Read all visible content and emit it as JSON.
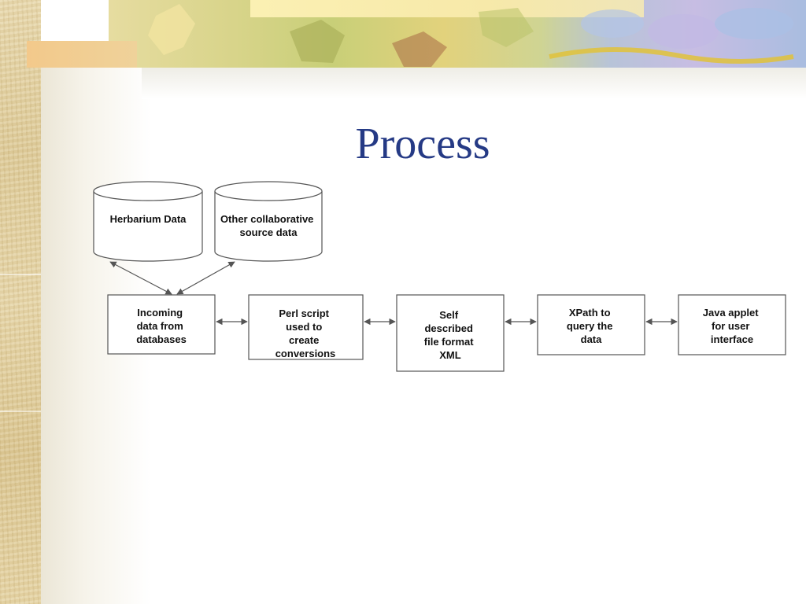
{
  "slide": {
    "title": "Process"
  },
  "diagram": {
    "sources": [
      {
        "id": "herbarium",
        "lines": [
          "Herbarium Data"
        ]
      },
      {
        "id": "collab",
        "lines": [
          "Other collaborative",
          "source data"
        ]
      }
    ],
    "steps": [
      {
        "id": "incoming",
        "lines": [
          "Incoming",
          "data from",
          "databases"
        ]
      },
      {
        "id": "perl",
        "lines": [
          "Perl script",
          "used to",
          "create",
          "conversions"
        ]
      },
      {
        "id": "xml",
        "lines": [
          "Self",
          "described",
          "file format",
          "XML"
        ]
      },
      {
        "id": "xpath",
        "lines": [
          "XPath to",
          "query the",
          "data"
        ]
      },
      {
        "id": "java",
        "lines": [
          "Java applet",
          "for user",
          "interface"
        ]
      }
    ]
  },
  "colors": {
    "title": "#253a85",
    "stroke": "#555555",
    "parchment": "#decb98"
  }
}
